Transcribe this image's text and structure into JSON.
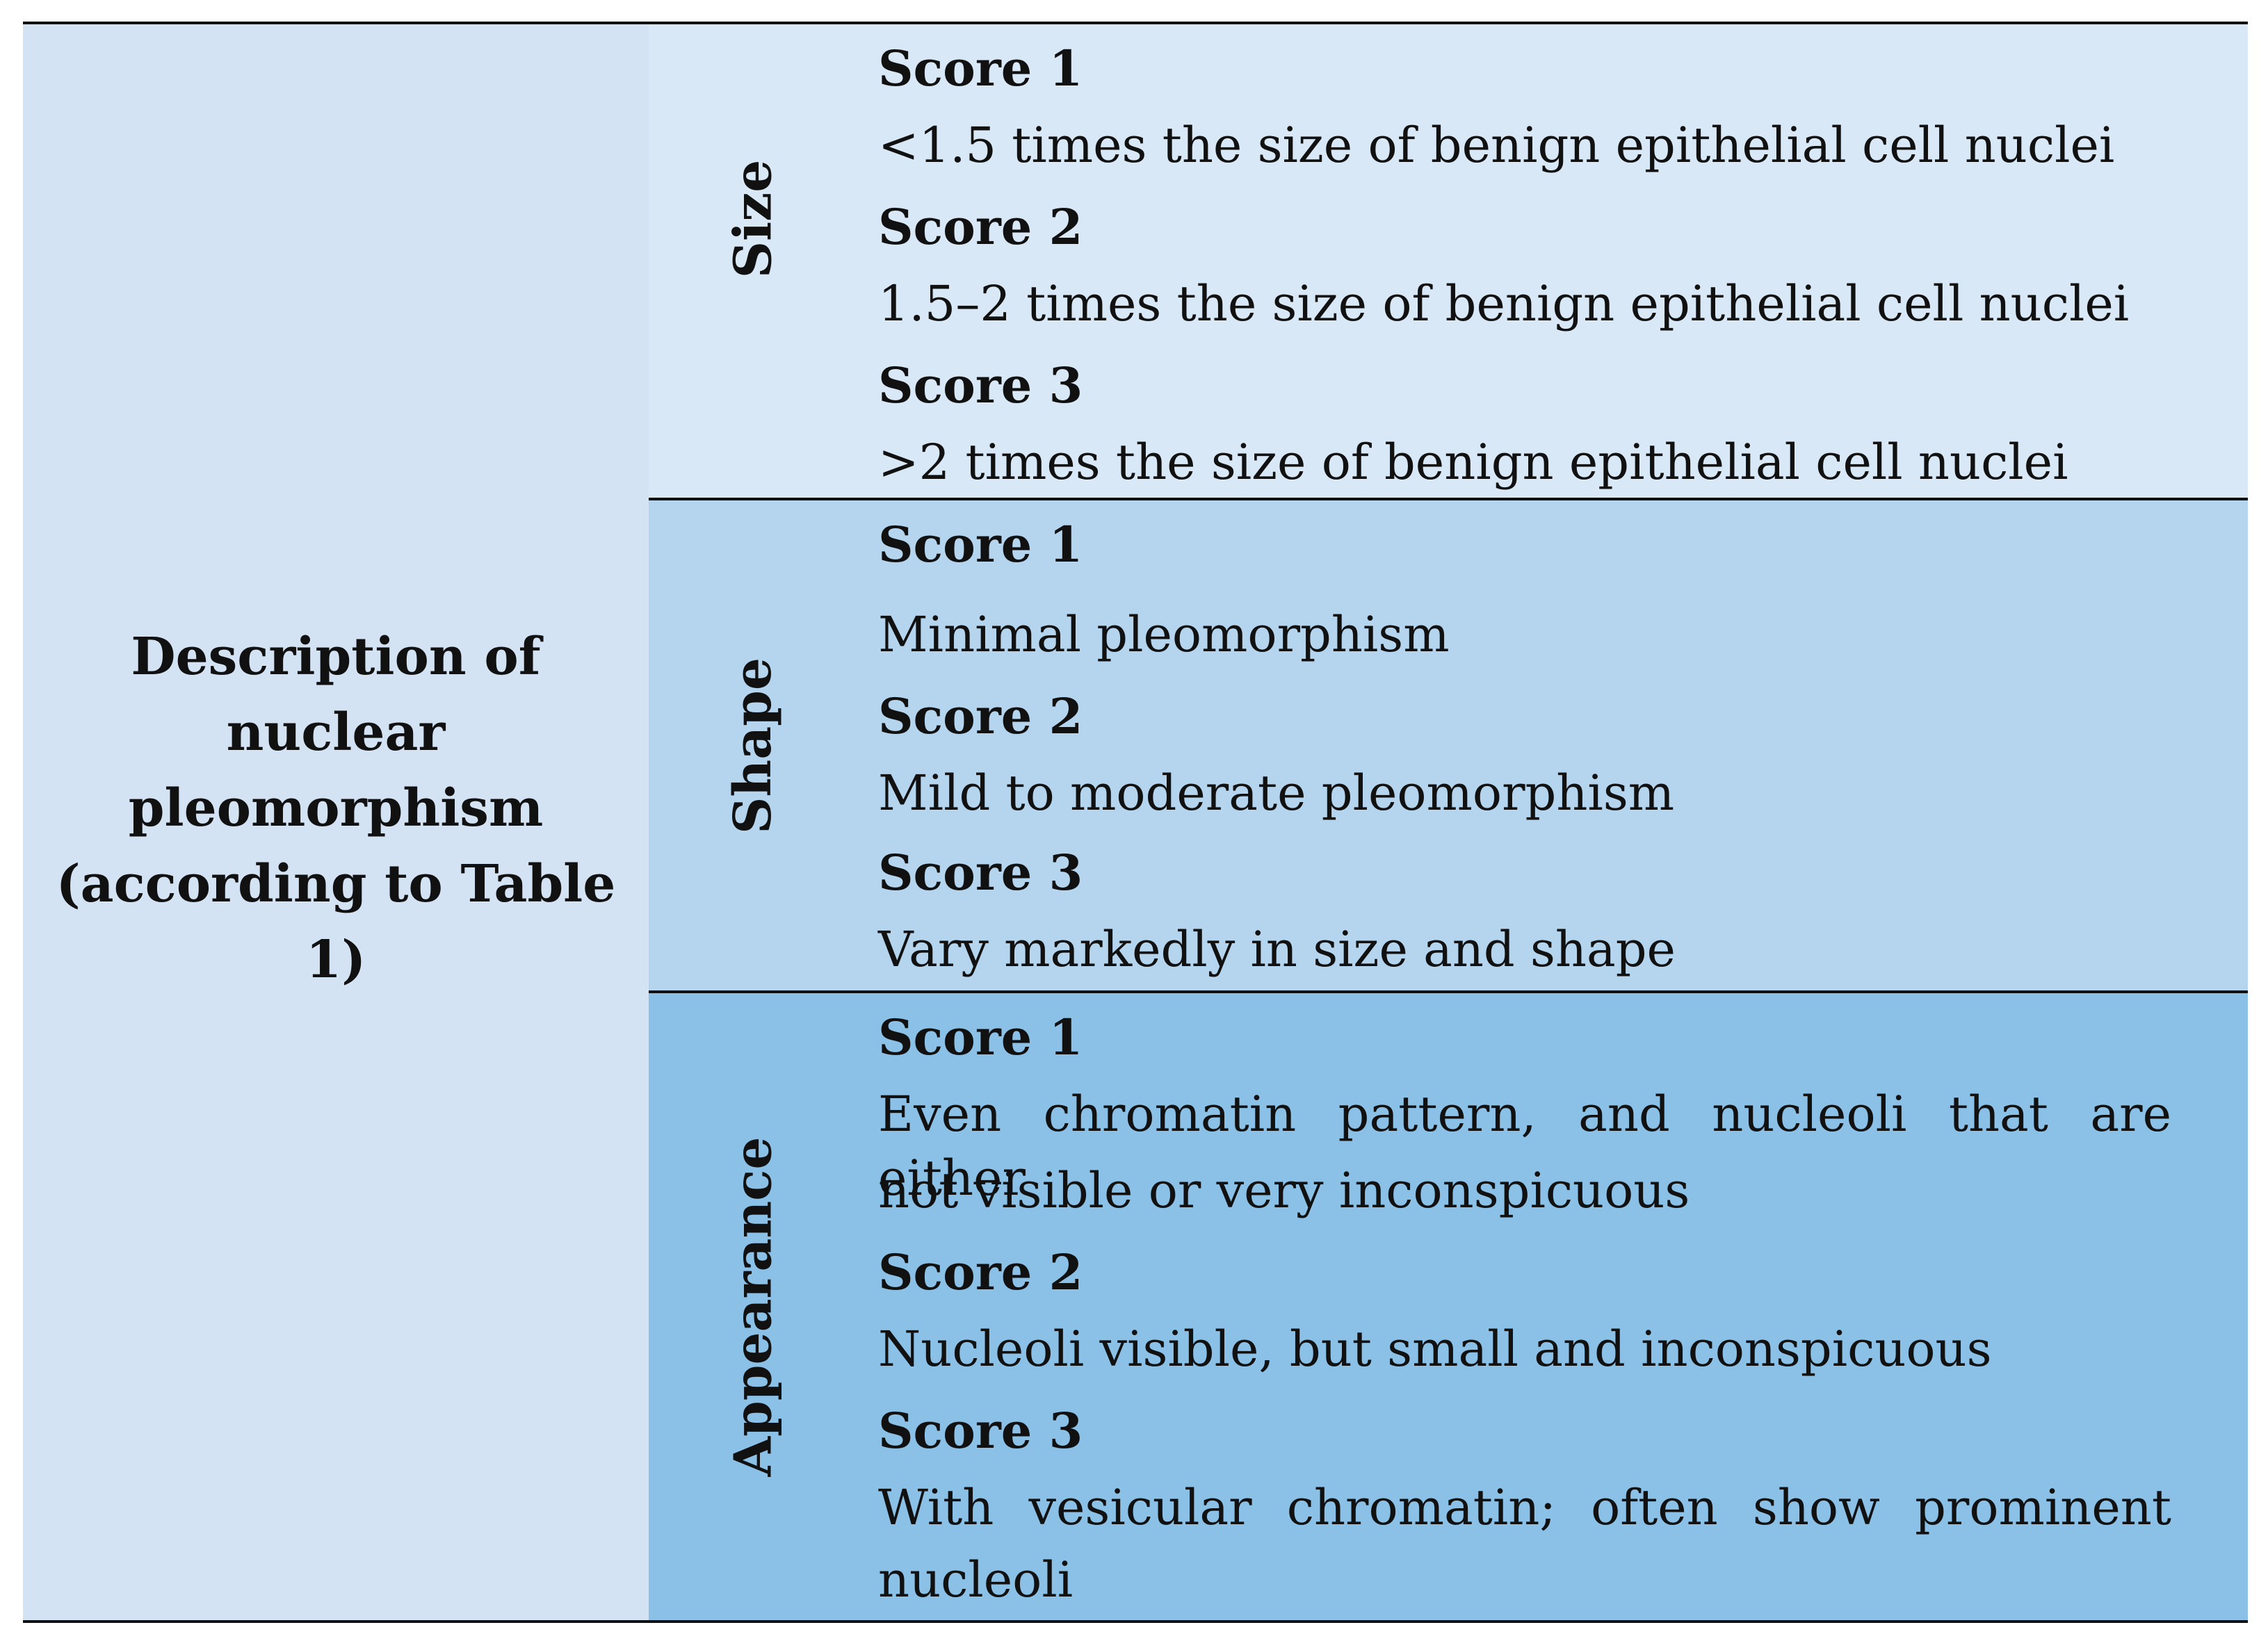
{
  "table": {
    "row_header": {
      "lines": [
        "Description of",
        "nuclear",
        "pleomorphism",
        "(according to Table 1)"
      ]
    },
    "sections": [
      {
        "label": "Size",
        "scores": [
          {
            "title": "Score 1",
            "text": "<1.5 times the size of benign epithelial cell nuclei"
          },
          {
            "title": "Score 2",
            "text": "1.5–2 times the size of benign epithelial cell nuclei"
          },
          {
            "title": "Score 3",
            "text": ">2 times the size of benign epithelial cell nuclei"
          }
        ]
      },
      {
        "label": "Shape",
        "scores": [
          {
            "title": "Score 1",
            "text": "Minimal pleomorphism"
          },
          {
            "title": "Score 2",
            "text": "Mild to moderate pleomorphism"
          },
          {
            "title": "Score 3",
            "text": "Vary markedly in size and shape"
          }
        ]
      },
      {
        "label": "Appearance",
        "scores": [
          {
            "title": "Score 1",
            "text_lines": [
              "Even chromatin pattern, and nucleoli that are either",
              "not visible or very inconspicuous"
            ]
          },
          {
            "title": "Score 2",
            "text": "Nucleoli visible, but small and inconspicuous"
          },
          {
            "title": "Score 3",
            "text_lines": [
              "With vesicular chromatin; often show prominent",
              "nucleoli"
            ]
          }
        ]
      }
    ]
  }
}
